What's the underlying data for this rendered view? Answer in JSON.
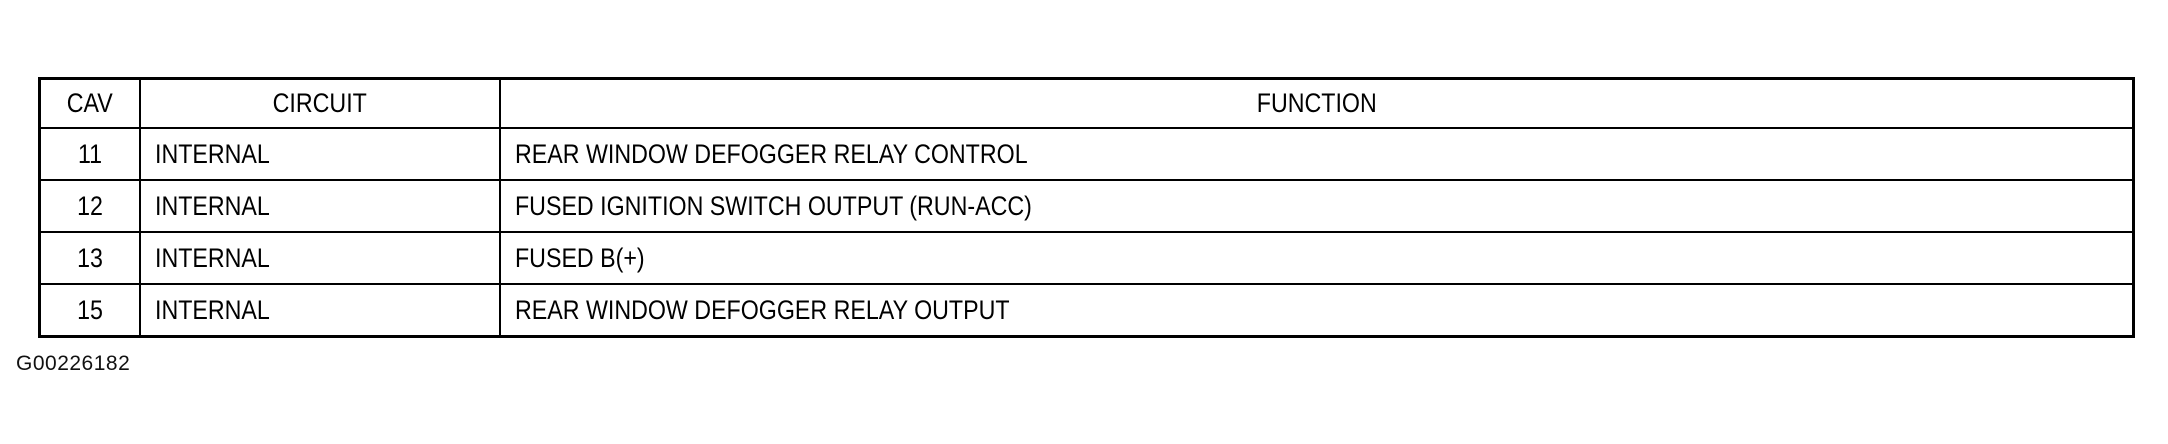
{
  "table": {
    "headers": {
      "cav": "CAV",
      "circuit": "CIRCUIT",
      "function": "FUNCTION"
    },
    "rows": [
      {
        "cav": "11",
        "circuit": "INTERNAL",
        "function": "REAR WINDOW DEFOGGER RELAY CONTROL"
      },
      {
        "cav": "12",
        "circuit": "INTERNAL",
        "function": "FUSED IGNITION SWITCH OUTPUT (RUN-ACC)"
      },
      {
        "cav": "13",
        "circuit": "INTERNAL",
        "function": "FUSED B(+)"
      },
      {
        "cav": "15",
        "circuit": "INTERNAL",
        "function": "REAR WINDOW DEFOGGER RELAY OUTPUT"
      }
    ]
  },
  "figure_code": "G00226182"
}
